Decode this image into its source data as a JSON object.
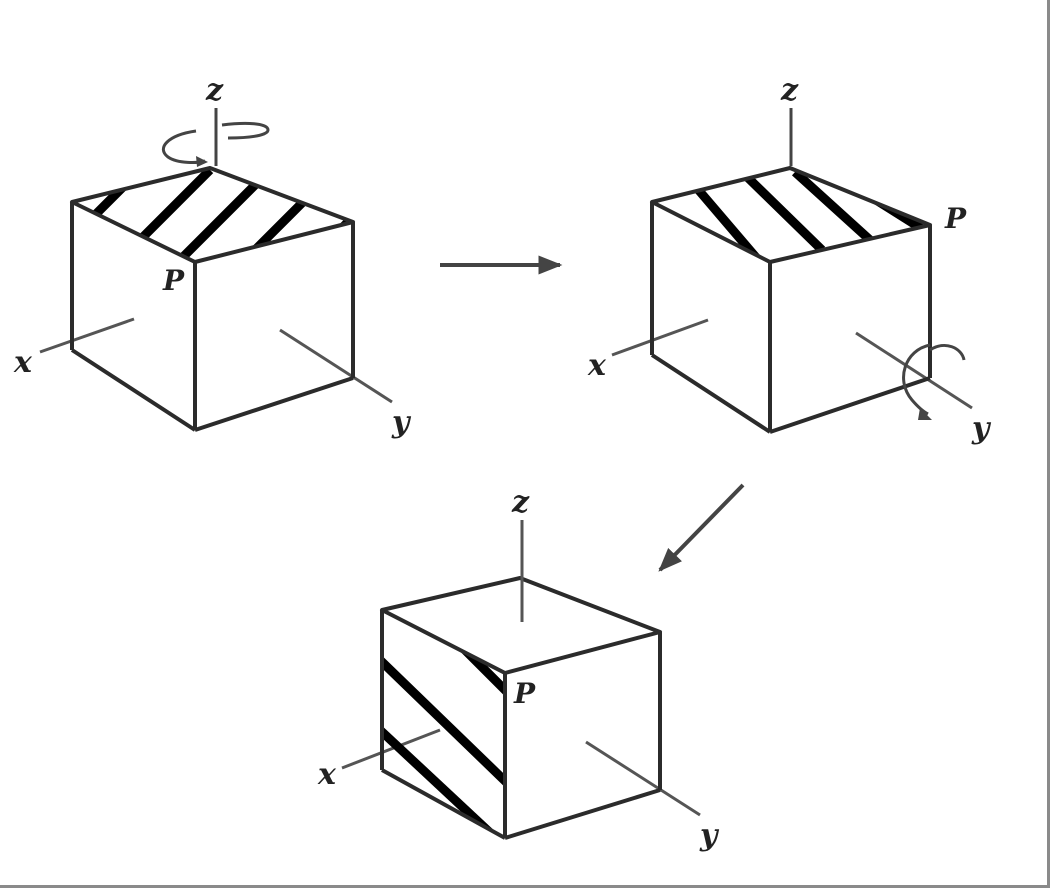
{
  "diagram": {
    "colors": {
      "edge": "#2b2b2b",
      "stripe": "#000000",
      "axis": "#555555",
      "arrow": "#444444"
    },
    "labels": {
      "axis_x": "x",
      "axis_y": "y",
      "axis_z": "z",
      "point": "P"
    },
    "panels": [
      {
        "id": "cube-1",
        "rotation": "about z-axis",
        "striped_face": "top"
      },
      {
        "id": "cube-2",
        "rotation": "about y-axis",
        "striped_face": "top"
      },
      {
        "id": "cube-3",
        "rotation": "none",
        "striped_face": "left"
      }
    ],
    "transitions": [
      {
        "from": "cube-1",
        "to": "cube-2",
        "icon": "arrow-right-icon"
      },
      {
        "from": "cube-2",
        "to": "cube-3",
        "icon": "arrow-down-left-icon"
      }
    ]
  }
}
